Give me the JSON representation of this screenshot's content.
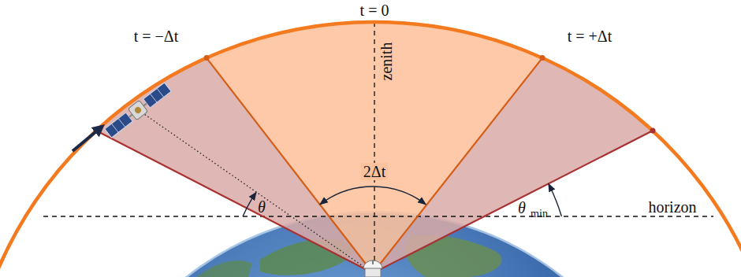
{
  "diagram": {
    "labels": [
      "t = 0",
      "t = −Δt",
      "t = +Δt",
      "zenith",
      "2Δt",
      "θ",
      "θ",
      "min",
      "horizon"
    ]
  }
}
